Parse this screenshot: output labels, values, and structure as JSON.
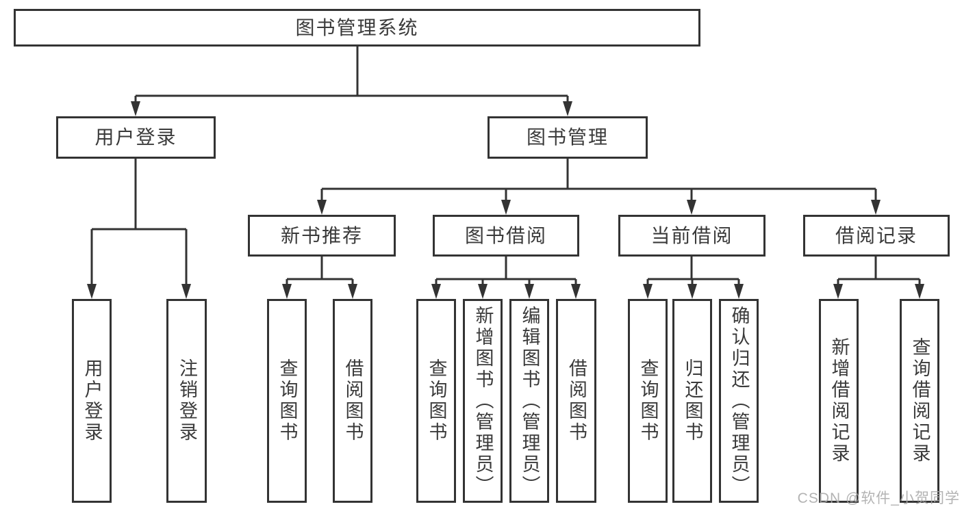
{
  "tree": {
    "root": {
      "label": "图书管理系统"
    },
    "branches": [
      {
        "label": "用户登录",
        "children": [
          {
            "label": "用户登录"
          },
          {
            "label": "注销登录"
          }
        ]
      },
      {
        "label": "图书管理",
        "children": [
          {
            "label": "新书推荐",
            "children": [
              {
                "label": "查询图书"
              },
              {
                "label": "借阅图书"
              }
            ]
          },
          {
            "label": "图书借阅",
            "children": [
              {
                "label": "查询图书"
              },
              {
                "label": "新增图书（管理员）"
              },
              {
                "label": "编辑图书（管理员）"
              },
              {
                "label": "借阅图书"
              }
            ]
          },
          {
            "label": "当前借阅",
            "children": [
              {
                "label": "查询图书"
              },
              {
                "label": "归还图书"
              },
              {
                "label": "确认归还（管理员）"
              }
            ]
          },
          {
            "label": "借阅记录",
            "children": [
              {
                "label": "新增借阅记录"
              },
              {
                "label": "查询借阅记录"
              }
            ]
          }
        ]
      }
    ]
  },
  "watermark": {
    "text": "CSDN @软件_小贺同学"
  },
  "colors": {
    "line": "#333333",
    "box_border": "#333333",
    "text": "#3a3a3a",
    "watermark": "#a8a8a8",
    "background": "#ffffff"
  }
}
